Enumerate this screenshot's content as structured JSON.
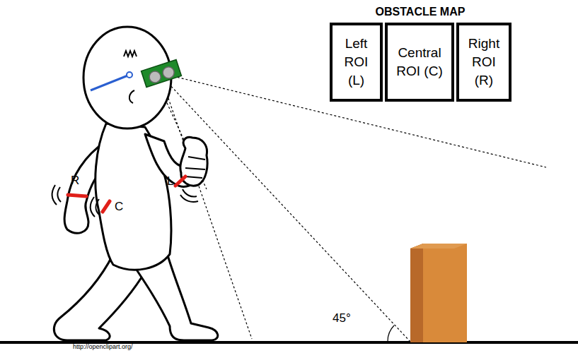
{
  "diagram": {
    "title": "OBSTACLE MAP",
    "nodes": [
      {
        "text": [
          "Left ROI (L)"
        ]
      },
      {
        "text": [
          "Central ROI (C)"
        ]
      },
      {
        "text": [
          "Right ROI (R)"
        ]
      }
    ],
    "labels": [
      "R",
      "C",
      "L",
      "45°",
      "http://openclipart.org/"
    ]
  }
}
